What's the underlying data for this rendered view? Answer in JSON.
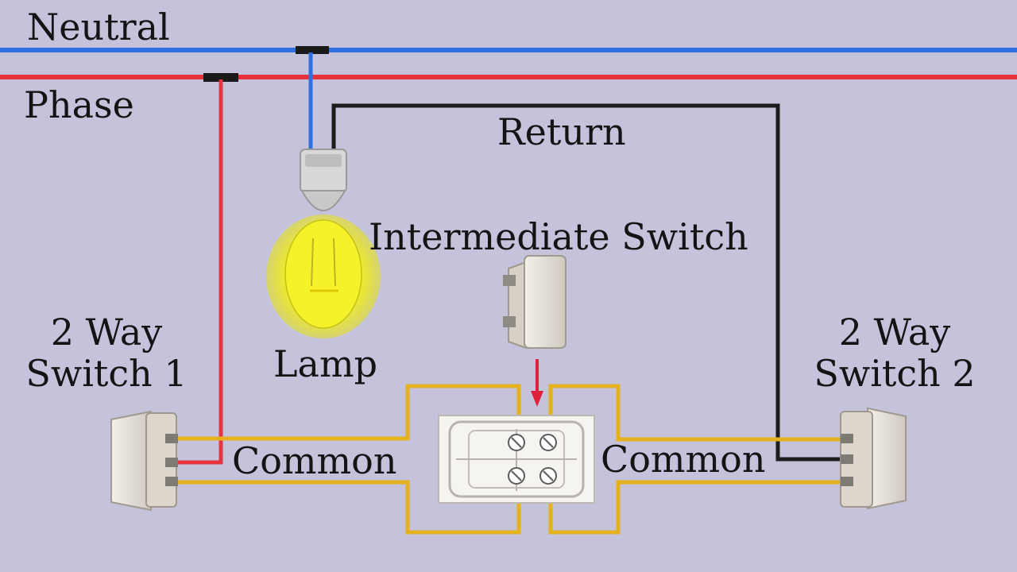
{
  "labels": {
    "neutral": "Neutral",
    "phase": "Phase",
    "return": "Return",
    "intermediate": "Intermediate Switch",
    "lamp": "Lamp",
    "sw1_line1": "2 Way",
    "sw1_line2": "Switch 1",
    "sw2_line1": "2 Way",
    "sw2_line2": "Switch 2",
    "common_left": "Common",
    "common_right": "Common"
  },
  "colors": {
    "background": "#c5c2dc",
    "neutral_wire": "#2f6fe0",
    "phase_wire": "#e8323c",
    "return_wire": "#1c1c1c",
    "traveller_wire": "#e6b11e",
    "lamp_glow": "#f3f01c",
    "arrow": "#e0223a"
  },
  "icons": [
    "lamp-icon",
    "intermediate-switch-icon",
    "two-way-switch-icon",
    "arrow-down-icon"
  ]
}
